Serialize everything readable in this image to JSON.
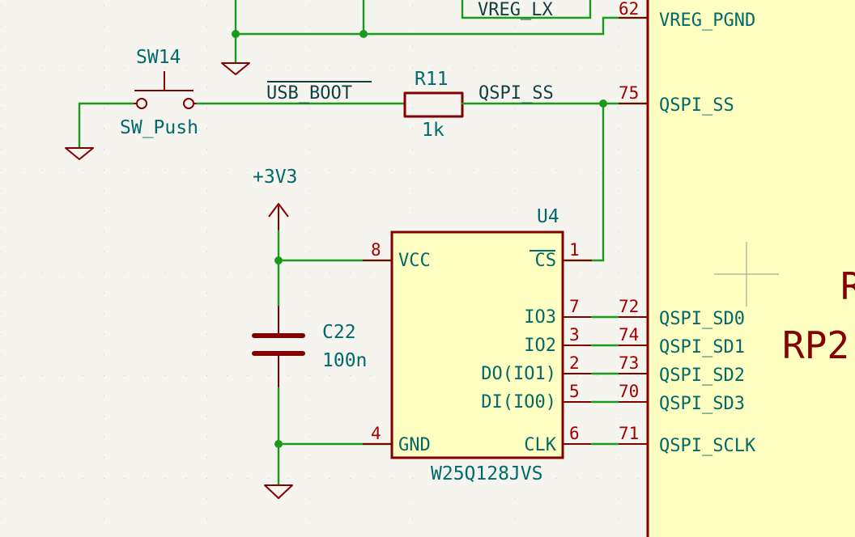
{
  "components": {
    "sw14": {
      "ref": "SW14",
      "value": "SW_Push"
    },
    "r11": {
      "ref": "R11",
      "value": "1k"
    },
    "c22": {
      "ref": "C22",
      "value": "100n"
    },
    "u4": {
      "ref": "U4",
      "value": "W25Q128JVS",
      "pins": [
        {
          "number": "8",
          "name": "VCC"
        },
        {
          "number": "1",
          "name": "CS"
        },
        {
          "number": "7",
          "name": "IO3"
        },
        {
          "number": "3",
          "name": "IO2"
        },
        {
          "number": "2",
          "name": "DO(IO1)"
        },
        {
          "number": "5",
          "name": "DI(IO0)"
        },
        {
          "number": "4",
          "name": "GND"
        },
        {
          "number": "6",
          "name": "CLK"
        }
      ]
    },
    "rp2040": {
      "ref_fragment": "R",
      "value_fragment": "RP2",
      "pins": [
        {
          "number": "62",
          "name": "VREG_PGND"
        },
        {
          "number": "75",
          "name": "QSPI_SS"
        },
        {
          "number": "72",
          "name": "QSPI_SD0"
        },
        {
          "number": "74",
          "name": "QSPI_SD1"
        },
        {
          "number": "73",
          "name": "QSPI_SD2"
        },
        {
          "number": "70",
          "name": "QSPI_SD3"
        },
        {
          "number": "71",
          "name": "QSPI_SCLK"
        }
      ]
    }
  },
  "power": {
    "supply": "+3V3"
  },
  "net_labels": {
    "usb_boot": "USB_BOOT",
    "qspi_ss": "QSPI_SS",
    "vreg_lx": "VREG_LX"
  }
}
